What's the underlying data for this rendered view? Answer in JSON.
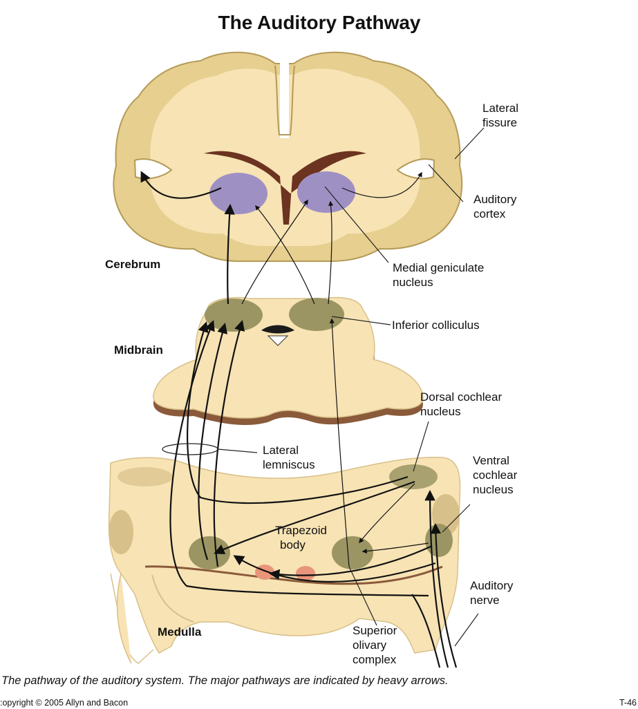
{
  "title": "The Auditory Pathway",
  "regions": {
    "cerebrum": "Cerebrum",
    "midbrain": "Midbrain",
    "medulla": "Medulla"
  },
  "labels": {
    "lateral_fissure": [
      "Lateral",
      "fissure"
    ],
    "auditory_cortex": [
      "Auditory",
      "cortex"
    ],
    "medial_geniculate": [
      "Medial geniculate",
      "nucleus"
    ],
    "inferior_colliculus": "Inferior colliculus",
    "dorsal_cochlear": [
      "Dorsal cochlear",
      "nucleus"
    ],
    "lateral_lemniscus": [
      "Lateral",
      "lemniscus"
    ],
    "ventral_cochlear": [
      "Ventral",
      "cochlear",
      "nucleus"
    ],
    "trapezoid_body": [
      "Trapezoid",
      "body"
    ],
    "auditory_nerve": [
      "Auditory",
      "nerve"
    ],
    "superior_olivary": [
      "Superior",
      "olivary",
      "complex"
    ]
  },
  "caption": "The pathway of the auditory system. The major pathways are indicated by heavy arrows.",
  "copyright": ":opyright © 2005 Allyn and Bacon",
  "page_code": "T-46",
  "colors": {
    "tissue_light": "#f7e3b4",
    "tissue_outline": "#c4ab6c",
    "tissue_edge": "#8a5a3a",
    "nucleus_olive": "#9b9563",
    "geniculate_purple": "#9f90c4",
    "ventricle_brown": "#6b3320",
    "trapezoid_pink": "#e8957a"
  }
}
